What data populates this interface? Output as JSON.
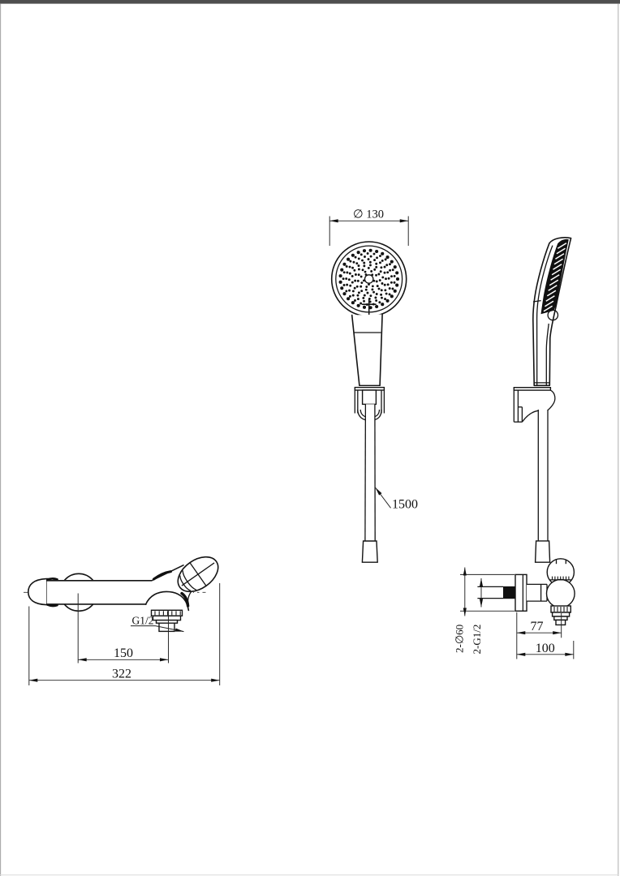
{
  "page": {
    "top_bar_color": "#4f4f4f"
  },
  "labels": {
    "head_diameter": "∅ 130",
    "hose_length": "1500",
    "outlet_thread": "G1/2",
    "mixer_center_distance": "150",
    "mixer_overall_width": "322",
    "flange_diameter": "2-∅60",
    "inlet_thread": "2-G1/2",
    "wall_to_center": "77",
    "wall_overall": "100"
  }
}
